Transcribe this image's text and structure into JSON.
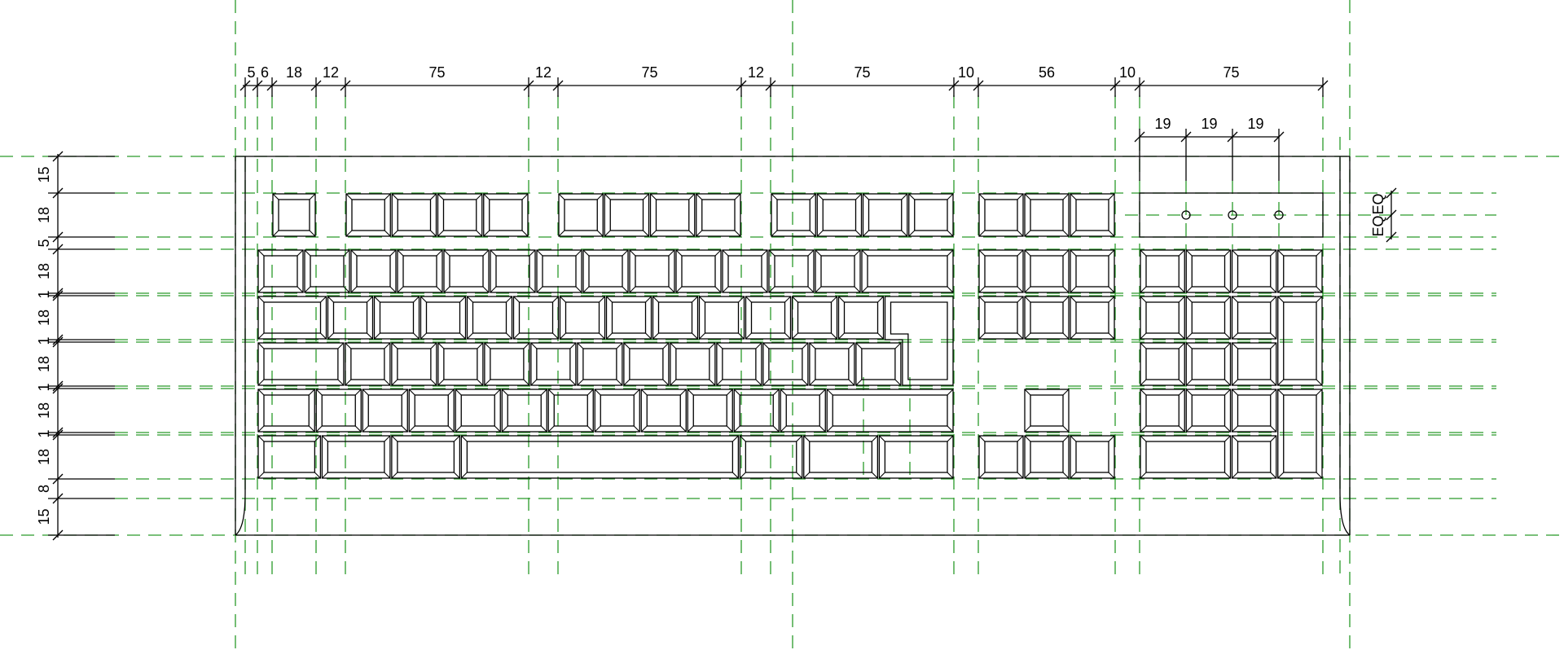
{
  "drawing": {
    "top_dimensions": [
      "5",
      "6",
      "18",
      "12",
      "75",
      "12",
      "75",
      "12",
      "75",
      "10",
      "56",
      "10",
      "75"
    ],
    "indicator_dimensions": [
      "19",
      "19",
      "19"
    ],
    "left_dimensions": [
      "15",
      "18",
      "5",
      "18",
      "1",
      "18",
      "1",
      "18",
      "1",
      "18",
      "1",
      "18",
      "8",
      "15"
    ],
    "indicator_height_dimensions": [
      "EQ",
      "EQ"
    ]
  },
  "colors": {
    "outline": "#000000",
    "guide_lines": "#2a9a2a",
    "background": "#ffffff"
  }
}
